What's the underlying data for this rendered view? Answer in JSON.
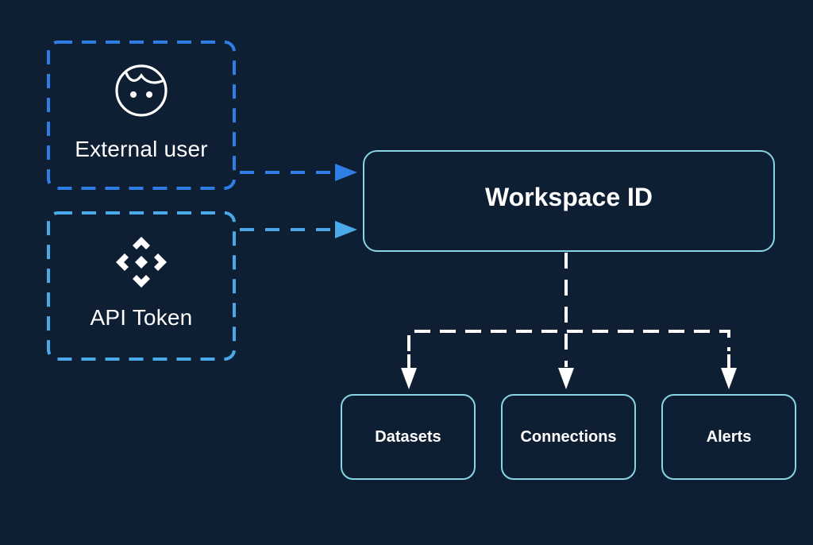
{
  "diagram": {
    "sources": [
      {
        "id": "external-user",
        "label": "External user",
        "icon": "user-face-icon",
        "color": "#2f7ee6"
      },
      {
        "id": "api-token",
        "label": "API Token",
        "icon": "diamond-token-icon",
        "color": "#4aa9e8"
      }
    ],
    "hub": {
      "label": "Workspace ID",
      "border_color": "#86d6e3"
    },
    "children": [
      {
        "label": "Datasets"
      },
      {
        "label": "Connections"
      },
      {
        "label": "Alerts"
      }
    ],
    "edges": [
      {
        "from": "External user",
        "to": "Workspace ID",
        "style": "dashed",
        "color": "#2f7ee6"
      },
      {
        "from": "API Token",
        "to": "Workspace ID",
        "style": "dashed",
        "color": "#4aa9e8"
      },
      {
        "from": "Workspace ID",
        "to": "Datasets",
        "style": "dashed",
        "color": "#ffffff"
      },
      {
        "from": "Workspace ID",
        "to": "Connections",
        "style": "dashed",
        "color": "#ffffff"
      },
      {
        "from": "Workspace ID",
        "to": "Alerts",
        "style": "dashed",
        "color": "#ffffff"
      }
    ],
    "colors": {
      "background": "#0e1e33",
      "box_border": "#86d6e3",
      "text": "#ffffff"
    }
  }
}
